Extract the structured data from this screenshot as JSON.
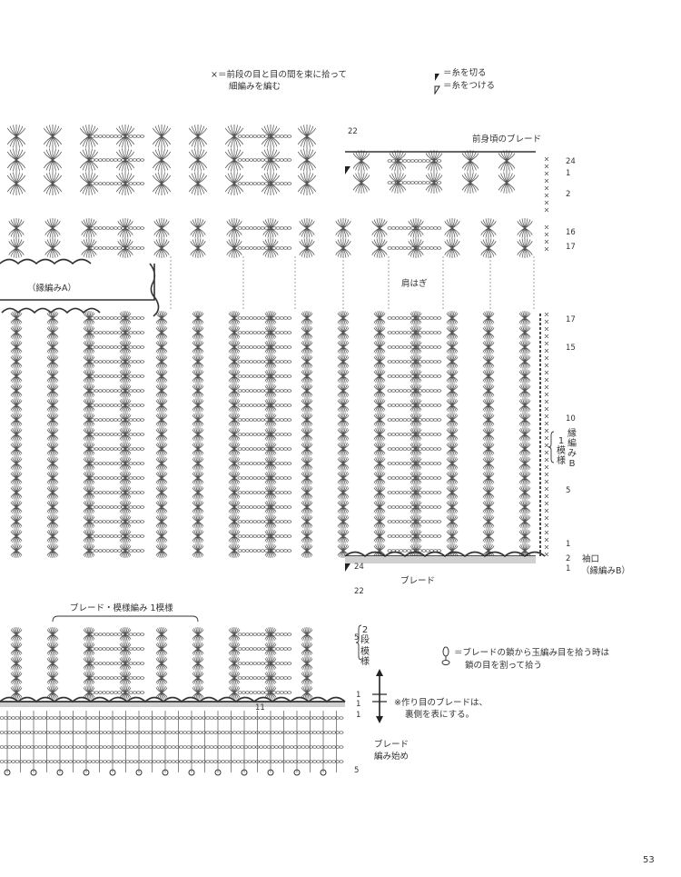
{
  "legend": {
    "sc_note_line1": "×＝前段の目と目の間を束に拾って",
    "sc_note_line2": "細編みを編む",
    "cut_yarn": "＝糸を切る",
    "join_yarn": "＝糸をつける"
  },
  "labels": {
    "front_braid": "前身頃のブレード",
    "edging_a": "（縁編みA）",
    "shoulder_join": "肩はぎ",
    "braid": "ブレード",
    "braid_pattern_repeat": "ブレード・模様編み 1模様",
    "edging_b_vertical": "縁編みB",
    "one_pattern_vertical": "1模様",
    "cuff_line1": "袖口",
    "cuff_line2": "（縁編みB）",
    "two_rows_vertical": "2段",
    "pattern_vertical": "模様",
    "pick_note_line1": "＝ブレードの鎖から玉編み目を拾う時は",
    "pick_note_line2": "鎖の目を割って拾う",
    "foundation_note_line1": "※作り目のブレードは、",
    "foundation_note_line2": "裏側を表にする。",
    "braid_start_line1": "ブレード",
    "braid_start_line2": "編み始め"
  },
  "row_numbers": {
    "top_22": "22",
    "front_24": "24",
    "front_1": "1",
    "front_2": "2",
    "r16": "16",
    "r17": "17",
    "main_17": "17",
    "main_15": "15",
    "main_10": "10",
    "main_5": "5",
    "main_1": "1",
    "cuff_2": "2",
    "cuff_1": "1",
    "mid_24": "24",
    "mid_22": "22",
    "lower_5": "5",
    "lower_1a": "1",
    "lower_1b": "1",
    "lower_1c": "1",
    "mark_11": "11",
    "bottom_5": "5"
  },
  "page_number": "53"
}
